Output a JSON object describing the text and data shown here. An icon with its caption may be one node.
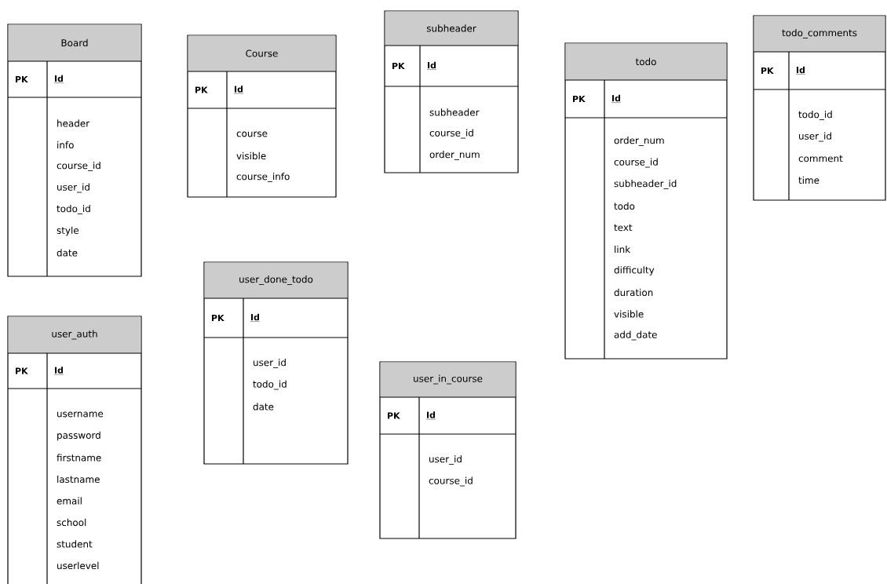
{
  "diagram": {
    "nodes": [
      {
        "text": [
          "Board",
          "PK",
          "Id",
          "header",
          "info",
          "course_id",
          "user_id",
          "todo_id",
          "style",
          "date"
        ]
      },
      {
        "text": [
          "Course",
          "PK",
          "Id",
          "course",
          "visible",
          "course_info"
        ]
      },
      {
        "text": [
          "subheader",
          "PK",
          "Id",
          "subheader",
          "course_id",
          "order_num"
        ]
      },
      {
        "text": [
          "todo",
          "PK",
          "Id",
          "order_num",
          "course_id",
          "subheader_id",
          "todo",
          "text",
          "link",
          "difficulty",
          "duration",
          "visible",
          "add_date"
        ]
      },
      {
        "text": [
          "todo_comments",
          "PK",
          "Id",
          "todo_id",
          "user_id",
          "comment",
          "time"
        ]
      },
      {
        "text": [
          "user_auth",
          "PK",
          "Id",
          "username",
          "password",
          "firstname",
          "lastname",
          "email",
          "school",
          "student",
          "userlevel"
        ]
      },
      {
        "text": [
          "user_done_todo",
          "PK",
          "Id",
          "user_id",
          "todo_id",
          "date"
        ]
      },
      {
        "text": [
          "user_in_course",
          "PK",
          "Id",
          "user_id",
          "course_id"
        ]
      }
    ]
  }
}
